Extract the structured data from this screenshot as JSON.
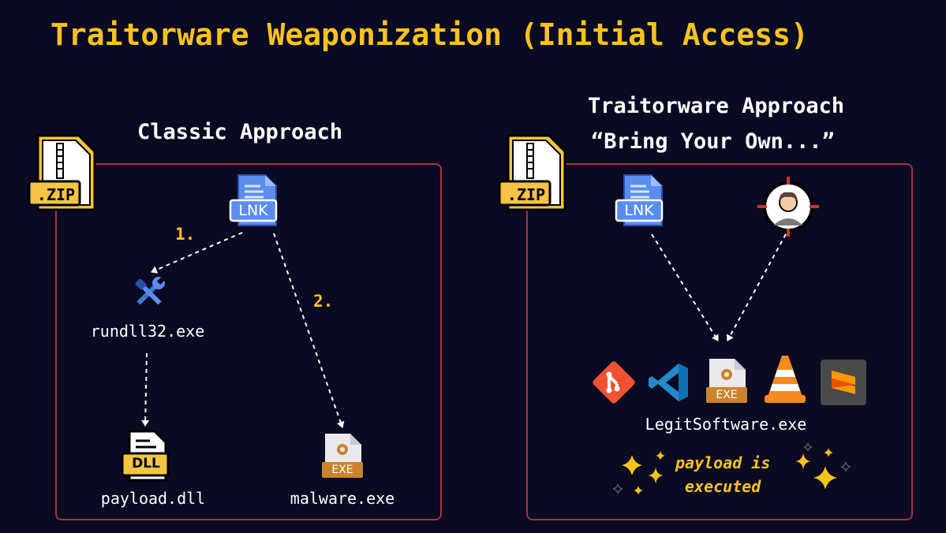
{
  "title": "Traitorware Weaponization (Initial Access)",
  "classic": {
    "heading": "Classic Approach",
    "zip_label": ".ZIP",
    "lnk_label": "LNK",
    "step1": "1.",
    "step2": "2.",
    "rundll_label": "rundll32.exe",
    "dll_badge": "DLL",
    "dll_label": "payload.dll",
    "exe_badge": "EXE",
    "malware_label": "malware.exe"
  },
  "traitorware": {
    "heading_line1": "Traitorware Approach",
    "heading_line2": "“Bring Your Own...”",
    "zip_label": ".ZIP",
    "lnk_label": "LNK",
    "exe_badge": "EXE",
    "legit_label": "LegitSoftware.exe",
    "payload_line1": "payload is",
    "payload_line2": "executed",
    "software_icons": [
      "git-icon",
      "vscode-icon",
      "exe-file-icon",
      "vlc-icon",
      "sublime-text-icon"
    ]
  },
  "colors": {
    "background": "#0a0a23",
    "title": "#f9c31f",
    "panel_border": "#a8353a",
    "file_blue": "#5b8def",
    "zip_yellow": "#f5c443"
  }
}
